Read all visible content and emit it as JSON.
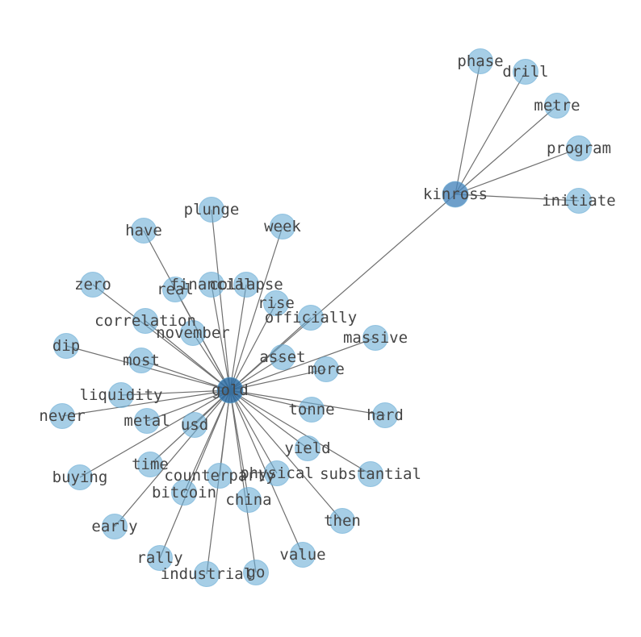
{
  "graph": {
    "nodes": [
      {
        "id": "gold",
        "role": "hub"
      },
      {
        "id": "kinross",
        "role": "hub2"
      },
      {
        "id": "phase"
      },
      {
        "id": "drill"
      },
      {
        "id": "metre"
      },
      {
        "id": "program"
      },
      {
        "id": "initiate"
      },
      {
        "id": "plunge"
      },
      {
        "id": "week"
      },
      {
        "id": "have"
      },
      {
        "id": "zero"
      },
      {
        "id": "real"
      },
      {
        "id": "financial"
      },
      {
        "id": "collapse"
      },
      {
        "id": "rise"
      },
      {
        "id": "officially"
      },
      {
        "id": "correlation"
      },
      {
        "id": "november"
      },
      {
        "id": "massive"
      },
      {
        "id": "dip"
      },
      {
        "id": "most"
      },
      {
        "id": "asset"
      },
      {
        "id": "more"
      },
      {
        "id": "liquidity"
      },
      {
        "id": "never"
      },
      {
        "id": "metal"
      },
      {
        "id": "usd"
      },
      {
        "id": "tonne"
      },
      {
        "id": "hard"
      },
      {
        "id": "yield"
      },
      {
        "id": "buying"
      },
      {
        "id": "time"
      },
      {
        "id": "counterparty"
      },
      {
        "id": "physical"
      },
      {
        "id": "substantial"
      },
      {
        "id": "bitcoin"
      },
      {
        "id": "china"
      },
      {
        "id": "then"
      },
      {
        "id": "early"
      },
      {
        "id": "value"
      },
      {
        "id": "rally"
      },
      {
        "id": "industrial"
      },
      {
        "id": "go"
      }
    ],
    "edges": [
      [
        "kinross",
        "phase"
      ],
      [
        "kinross",
        "drill"
      ],
      [
        "kinross",
        "metre"
      ],
      [
        "kinross",
        "program"
      ],
      [
        "kinross",
        "initiate"
      ],
      [
        "gold",
        "kinross"
      ],
      [
        "gold",
        "plunge"
      ],
      [
        "gold",
        "week"
      ],
      [
        "gold",
        "have"
      ],
      [
        "gold",
        "zero"
      ],
      [
        "gold",
        "real"
      ],
      [
        "gold",
        "financial"
      ],
      [
        "gold",
        "collapse"
      ],
      [
        "gold",
        "rise"
      ],
      [
        "gold",
        "officially"
      ],
      [
        "gold",
        "correlation"
      ],
      [
        "gold",
        "november"
      ],
      [
        "gold",
        "massive"
      ],
      [
        "gold",
        "dip"
      ],
      [
        "gold",
        "most"
      ],
      [
        "gold",
        "asset"
      ],
      [
        "gold",
        "more"
      ],
      [
        "gold",
        "liquidity"
      ],
      [
        "gold",
        "never"
      ],
      [
        "gold",
        "metal"
      ],
      [
        "gold",
        "usd"
      ],
      [
        "gold",
        "tonne"
      ],
      [
        "gold",
        "hard"
      ],
      [
        "gold",
        "yield"
      ],
      [
        "gold",
        "buying"
      ],
      [
        "gold",
        "time"
      ],
      [
        "gold",
        "counterparty"
      ],
      [
        "gold",
        "physical"
      ],
      [
        "gold",
        "substantial"
      ],
      [
        "gold",
        "bitcoin"
      ],
      [
        "gold",
        "china"
      ],
      [
        "gold",
        "then"
      ],
      [
        "gold",
        "early"
      ],
      [
        "gold",
        "value"
      ],
      [
        "gold",
        "rally"
      ],
      [
        "gold",
        "industrial"
      ],
      [
        "gold",
        "go"
      ]
    ]
  }
}
